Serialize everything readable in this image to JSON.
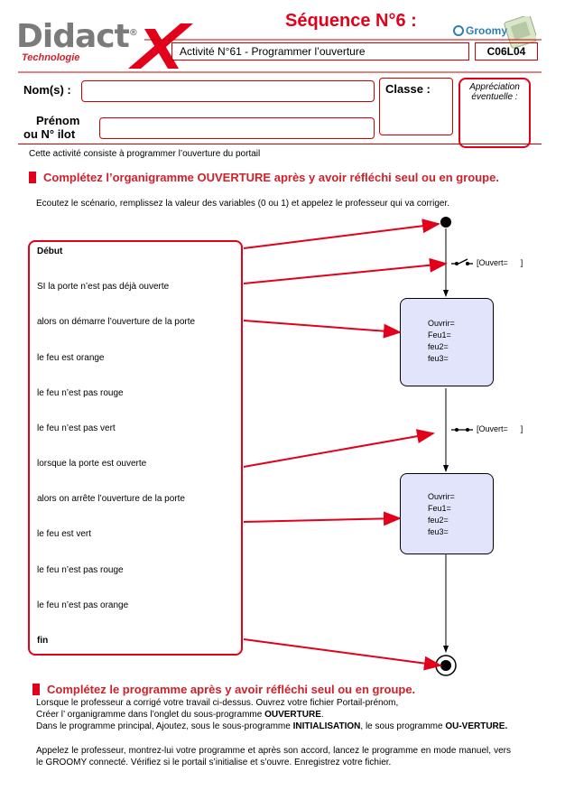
{
  "header": {
    "logo_main": "Didact",
    "logo_x": "X",
    "logo_reg": "®",
    "logo_sub": "Technologie",
    "sequence_title": "Séquence N°6 :",
    "groomy_logo": "Groomy",
    "activity": "Activité N°61 - Programmer l’ouverture",
    "code": "C06L04"
  },
  "form": {
    "nom_label": "Nom(s) :",
    "prenom_label_1": "Prénom",
    "prenom_label_2": "ou N° ilot",
    "classe_label": "Classe :",
    "appreciation_1": "Appréciation",
    "appreciation_2": "éventuelle :"
  },
  "intro": "Cette activité consiste à  programmer l’ouverture du portail",
  "section1": {
    "title": "Complétez l’organigramme OUVERTURE après y avoir réfléchi seul ou en groupe.",
    "instructions": "Ecoutez le scénario, remplissez la valeur des variables (0 ou 1) et appelez le professeur qui va corriger."
  },
  "steps": [
    "Début",
    "SI la porte n’est pas déjà ouverte",
    "alors on démarre l’ouverture de la porte",
    "le feu est orange",
    "le feu n’est pas rouge",
    "le feu n’est pas vert",
    "lorsque la porte est ouverte",
    "alors on arrête l’ouverture de la porte",
    "le feu est vert",
    "le feu n’est pas rouge",
    "le feu n’est pas orange",
    "fin"
  ],
  "diagram": {
    "transition1": "[Ouvert=",
    "transition1_end": "]",
    "transition2": "[Ouvert=",
    "transition2_end": "]",
    "state1": [
      "Ouvrir=",
      "Feu1=",
      "feu2=",
      "feu3="
    ],
    "state2": [
      "Ouvrir=",
      "Feu1=",
      "feu2=",
      "feu3="
    ]
  },
  "section2": {
    "title": "Complétez le programme après y avoir  réfléchi seul ou en groupe.",
    "p1": "Lorsque le professeur a corrigé votre travail ci-dessus. Ouvrez votre fichier Portail-prénom,",
    "p2a": "Créer l’ organigramme dans l’onglet du sous-programme ",
    "p2b": "OUVERTURE",
    "p2c": ".",
    "p3a": "Dans le programme principal, Ajoutez,  sous le sous-programme ",
    "p3b": "INITIALISATION",
    "p3c": ", le sous programme ",
    "p3d": "OU-VERTURE.",
    "p4": "Appelez le professeur, montrez-lui votre programme et après son accord, lancez le programme en mode manuel, vers le GROOMY connecté. Vérifiez si le portail s’initialise et s’ouvre. Enregistrez votre fichier."
  },
  "colors": {
    "accent_red": "#e3001b",
    "state_fill": "#e1e4fa",
    "logo_gray": "#7b7b7b"
  }
}
